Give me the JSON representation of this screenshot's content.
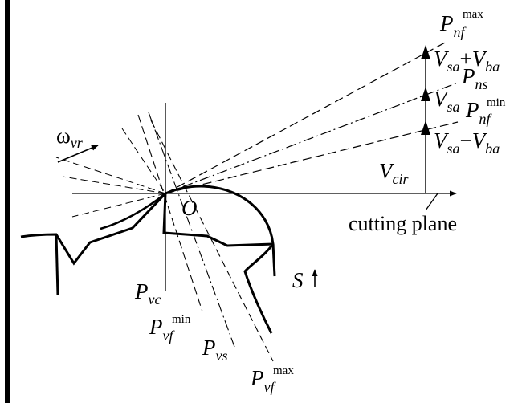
{
  "diagram": {
    "labels": {
      "omega": {
        "main": "ω",
        "sub": "vr"
      },
      "origin": "O",
      "S": "S",
      "cutting_plane": "cutting plane",
      "V_cir": {
        "main": "V",
        "sub": "cir"
      },
      "V_sa_plus": {
        "main1": "V",
        "sub1": "sa",
        "op": "+",
        "main2": "V",
        "sub2": "ba"
      },
      "V_sa": {
        "main": "V",
        "sub": "sa"
      },
      "V_sa_minus": {
        "main1": "V",
        "sub1": "sa",
        "op": "−",
        "main2": "V",
        "sub2": "ba"
      },
      "P_nf_max": {
        "main": "P",
        "sub": "nf",
        "sup": "max"
      },
      "P_ns": {
        "main": "P",
        "sub": "ns"
      },
      "P_nf_min": {
        "main": "P",
        "sub": "nf",
        "sup": "min"
      },
      "P_vc": {
        "main": "P",
        "sub": "vc"
      },
      "P_vf_min": {
        "main": "P",
        "sub": "vf",
        "sup": "min"
      },
      "P_vs": {
        "main": "P",
        "sub": "vs"
      },
      "P_vf_max": {
        "main": "P",
        "sub": "vf",
        "sup": "max"
      }
    }
  }
}
